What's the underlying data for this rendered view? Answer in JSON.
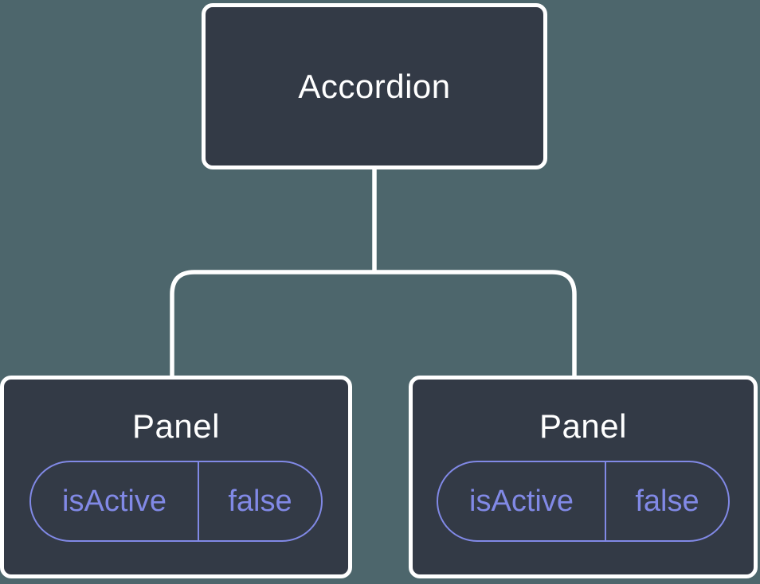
{
  "diagram": {
    "description": "Component tree diagram: Accordion parent with two Panel children holding local state",
    "root": {
      "label": "Accordion"
    },
    "children": [
      {
        "label": "Panel",
        "state": {
          "key": "isActive",
          "value": "false"
        }
      },
      {
        "label": "Panel",
        "state": {
          "key": "isActive",
          "value": "false"
        }
      }
    ]
  },
  "colors": {
    "background": "#4d666c",
    "node_fill": "#333a46",
    "node_border": "#ffffff",
    "title_text": "#ffffff",
    "state_accent": "#8189e6",
    "connector": "#ffffff"
  }
}
